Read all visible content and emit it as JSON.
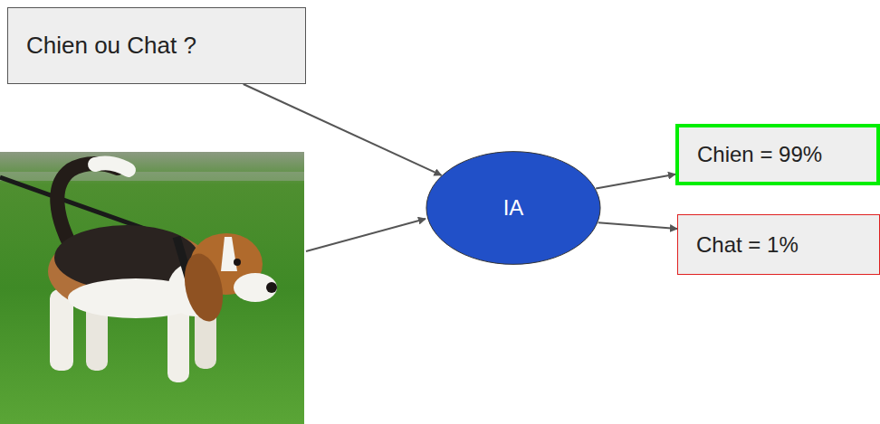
{
  "diagram": {
    "nodes": [
      {
        "text": [
          "Chien ou Chat ?"
        ]
      },
      {
        "text": [
          "IA"
        ]
      },
      {
        "text": [
          "Chien = 99%"
        ]
      },
      {
        "text": [
          "Chat = 1%"
        ]
      }
    ],
    "edges": [
      {
        "from": 0,
        "to": 1,
        "arrow": "to"
      },
      {
        "from": 1,
        "to": 2,
        "arrow": "to"
      },
      {
        "from": 1,
        "to": 3,
        "arrow": "to"
      }
    ]
  }
}
